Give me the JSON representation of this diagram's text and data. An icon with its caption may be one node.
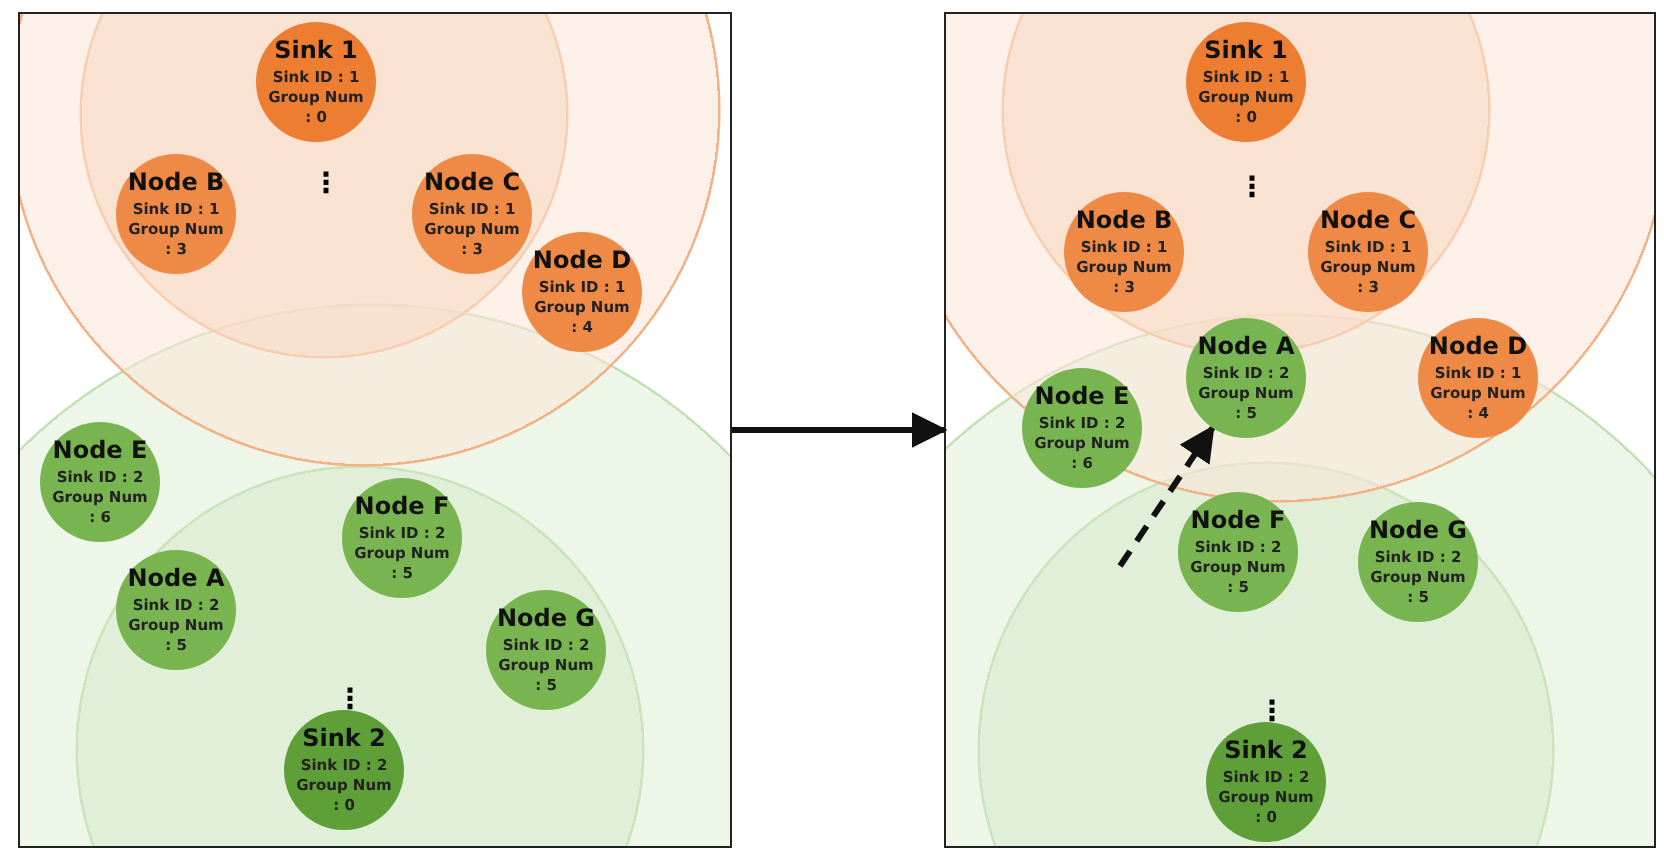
{
  "diagram": {
    "nodes": [
      {
        "text": [],
        "shape": "box"
      },
      {
        "text": [
          "Sink 1",
          "Sink ID : 1 Group Num : 0"
        ],
        "in": 0
      },
      {
        "text": [
          "Node B",
          "Sink ID : 1 Group Num : 3"
        ],
        "in": 0
      },
      {
        "text": [
          "Node C",
          "Sink ID : 1 Group Num : 3"
        ],
        "in": 0
      },
      {
        "text": [
          "Node D",
          "Sink ID : 1 Group Num : 4"
        ],
        "in": 0
      },
      {
        "text": [
          "Node E",
          "Sink ID : 2 Group Num : 6"
        ],
        "in": 0
      },
      {
        "text": [
          "Node F",
          "Sink ID : 2 Group Num : 5"
        ],
        "in": 0
      },
      {
        "text": [
          "Node A",
          "Sink ID : 2 Group Num : 5"
        ],
        "in": 0
      },
      {
        "text": [
          "Node G",
          "Sink ID : 2 Group Num : 5"
        ],
        "in": 0
      },
      {
        "text": [
          "Sink 2",
          "Sink ID : 2 Group Num : 0"
        ],
        "in": 0
      },
      {
        "text": [],
        "shape": "box"
      },
      {
        "text": [
          "Sink 1",
          "Sink ID : 1 Group Num : 0"
        ],
        "in": 10
      },
      {
        "text": [
          "Node B",
          "Sink ID : 1 Group Num : 3"
        ],
        "in": 10
      },
      {
        "text": [
          "Node C",
          "Sink ID : 1 Group Num : 3"
        ],
        "in": 10
      },
      {
        "text": [
          "Node A",
          "Sink ID : 2 Group Num : 5"
        ],
        "in": 10
      },
      {
        "text": [
          "Node D",
          "Sink ID : 1 Group Num : 4"
        ],
        "in": 10
      },
      {
        "text": [
          "Node E",
          "Sink ID : 2 Group Num : 6"
        ],
        "in": 10
      },
      {
        "text": [
          "Node F",
          "Sink ID : 2 Group Num : 5"
        ],
        "in": 10
      },
      {
        "text": [
          "Node G",
          "Sink ID : 2 Group Num : 5"
        ],
        "in": 10
      },
      {
        "text": [
          "Sink 2",
          "Sink ID : 2 Group Num : 0"
        ],
        "in": 10
      }
    ],
    "edges": [
      {
        "from": 0,
        "to": 10,
        "arrow": "to"
      },
      {
        "from": null,
        "to": 14,
        "arrow": "to",
        "style": "dashed"
      }
    ],
    "labels": [
      "⋮",
      "⋮",
      "⋮",
      "⋮"
    ]
  }
}
